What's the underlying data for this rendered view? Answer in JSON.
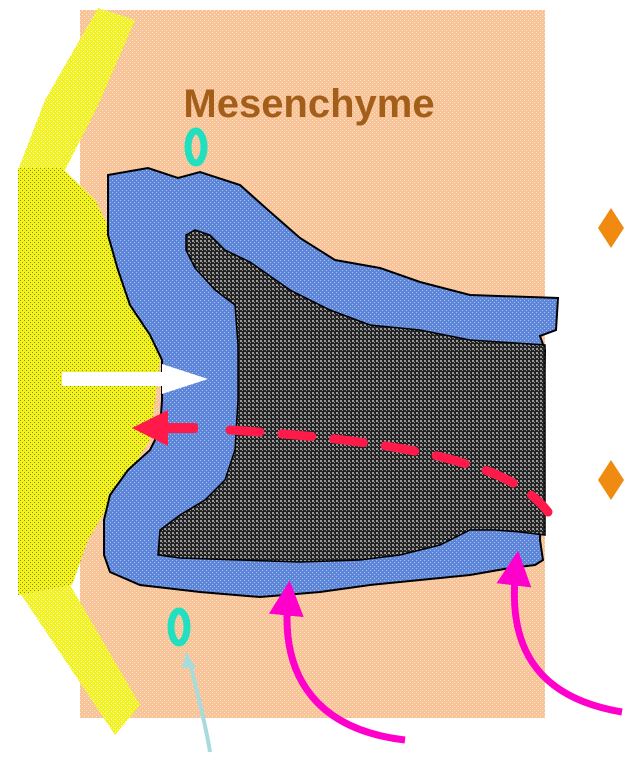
{
  "diagram": {
    "title": "Mesenchyme",
    "colors": {
      "mesenchyme": "#F7C49A",
      "mesenchyme_dot": "#FFE3CB",
      "epithelium": "#F2F21E",
      "epithelium_dark": "#8C8C1A",
      "outer_layer": "#5E86D8",
      "outer_layer_dot": "#A9C0F0",
      "core": "#222222",
      "core_dot": "#9A9A9A",
      "title": "#A35F1A",
      "cyan_ring": "#20E0C0",
      "magenta_arrow": "#FF00CC",
      "light_blue_arrow": "#A8DCDC",
      "red_dash": "#FF1A4A",
      "white_arrow": "#FFFFFF",
      "bullet": "#F08A10"
    },
    "markers": {
      "bullet_count": 2,
      "ring_count": 2,
      "magenta_arrow_count": 2
    }
  }
}
